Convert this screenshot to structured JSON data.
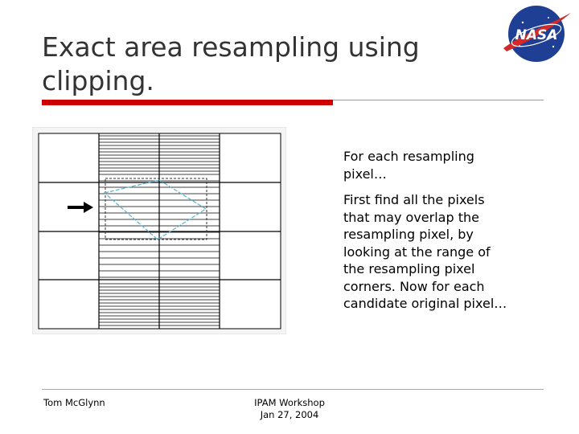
{
  "slide": {
    "title": "Exact area resampling using\nclipping.",
    "paragraphs": [
      "For each resampling\npixel…",
      "First find all the pixels\nthat may overlap the\nresampling pixel, by\nlooking at the range of\nthe resampling pixel\ncorners.  Now for each\ncandidate original pixel…"
    ]
  },
  "logo": {
    "text": "NASA",
    "colors": {
      "disc": "#1f3f95",
      "swoosh": "#d62828",
      "text": "#ffffff"
    }
  },
  "figure": {
    "grid_rows": 4,
    "grid_cols": 4,
    "hatched_columns": [
      1,
      2
    ],
    "arrow_icon": "arrow-right-icon",
    "colors": {
      "grid": "#000000",
      "diamond": "#5ab3d6",
      "dashed_box": "#333333"
    }
  },
  "footer": {
    "author": "Tom McGlynn",
    "event": "IPAM Workshop\nJan 27, 2004"
  },
  "colors": {
    "accent_rule": "#cc0000",
    "title": "#333333"
  }
}
